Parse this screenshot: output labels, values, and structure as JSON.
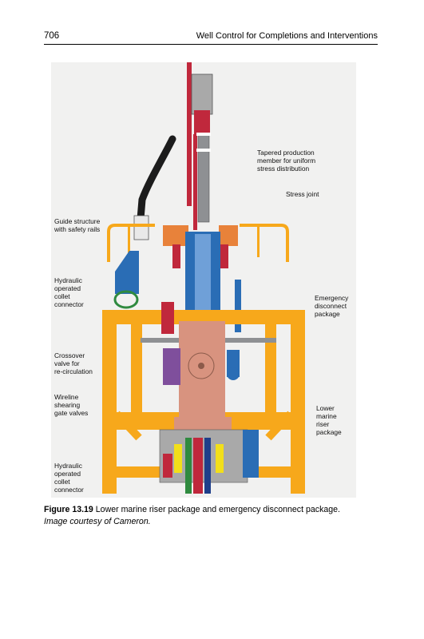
{
  "header": {
    "page_number": "706",
    "running_title": "Well Control for Completions and Interventions"
  },
  "figure": {
    "callouts": {
      "tapered": "Tapered production\nmember for uniform\nstress distribution",
      "stress_joint": "Stress joint",
      "guide": "Guide structure\nwith safety rails",
      "collet_top": "Hydraulic\noperated\ncollet\nconnector",
      "emergency": "Emergency\ndisconnect\npackage",
      "crossover": "Crossover\nvalve for\nre-circulation",
      "wireline": "Wireline\nshearing\ngate valves",
      "lower_marine": "Lower marine\nriser package",
      "collet_bottom": "Hydraulic\noperated\ncollet\nconnector"
    },
    "colors": {
      "frame": "#f7a81b",
      "riser": "#c0283c",
      "connector_blue": "#2a6db5",
      "body": "#d8937f",
      "purple": "#7f4f9c",
      "hose": "#1c1c1c",
      "gray": "#8e9093",
      "yellow": "#f2df1a",
      "green": "#2f8a3f",
      "navy": "#1f3f8a"
    }
  },
  "caption": {
    "label": "Figure 13.19",
    "text": "Lower marine riser package and emergency disconnect package.",
    "credit": "Image courtesy of Cameron."
  }
}
